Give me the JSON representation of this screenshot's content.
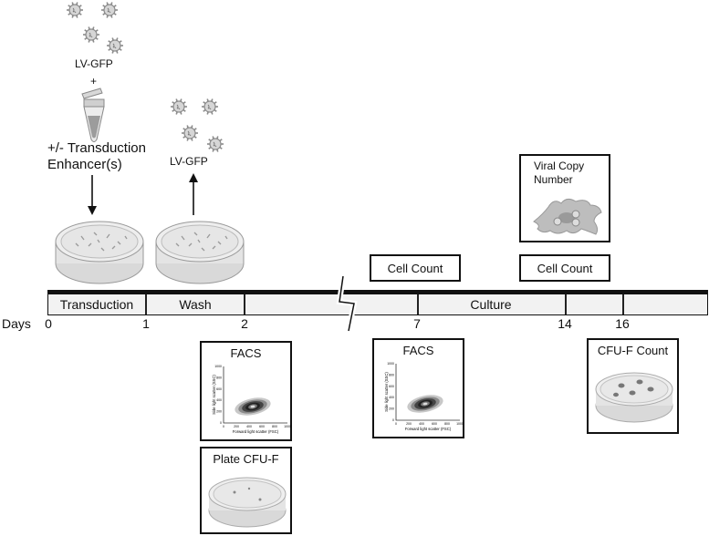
{
  "top": {
    "virus_label_1": "LV-GFP",
    "plus": "+",
    "enhancer_line1": "+/- Transduction",
    "enhancer_line2": "Enhancer(s)",
    "virus_label_2": "LV-GFP"
  },
  "boxes": {
    "viral_copy_line1": "Viral Copy",
    "viral_copy_line2": "Number",
    "cell_count_a": "Cell Count",
    "cell_count_b": "Cell Count",
    "facs_1": "FACS",
    "facs_2": "FACS",
    "plate_cfu": "Plate CFU-F",
    "cfu_count": "CFU-F Count"
  },
  "timeline": {
    "axis_title": "Days",
    "phases": [
      "Transduction",
      "Wash",
      "Culture"
    ],
    "ticks": [
      "0",
      "1",
      "2",
      "7",
      "14",
      "16"
    ]
  },
  "facs_plot": {
    "xlabel": "Forward light scatter (FSC)",
    "ylabel": "Side light scatter (SSC)",
    "xticks": [
      "0",
      "200",
      "400",
      "600",
      "800",
      "1000"
    ],
    "yticks": [
      "0",
      "200",
      "400",
      "600",
      "800",
      "1000"
    ]
  },
  "colors": {
    "timeline_bar": "#f2f2f2",
    "timeline_border": "#111111",
    "virus": "#8a8a8a",
    "dish": "#e9e9e9",
    "cell": "#b9b9b9"
  },
  "icons": [
    "virus-icon",
    "tube-icon",
    "petri-dish-icon",
    "cell-icon",
    "facs-plot-icon"
  ]
}
